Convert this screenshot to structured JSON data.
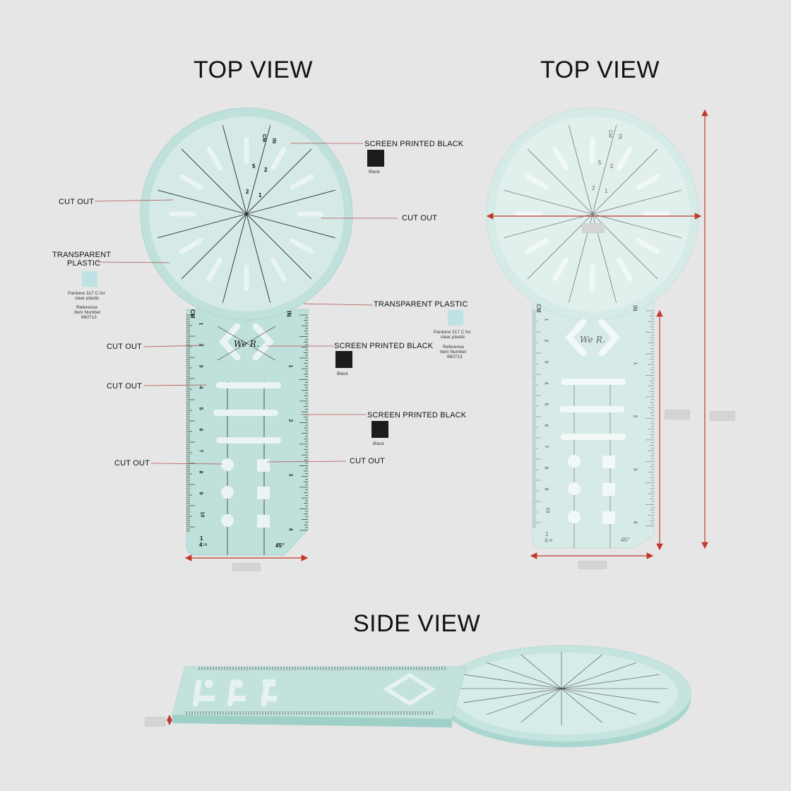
{
  "titles": {
    "top_view_left": "TOP VIEW",
    "top_view_right": "TOP VIEW",
    "side_view": "SIDE VIEW"
  },
  "callouts": {
    "cut_out": "CUT OUT",
    "screen_printed_black": "SCREEN PRINTED BLACK",
    "transparent_plastic_1": "TRANSPARENT",
    "transparent_plastic_2": "PLASTIC",
    "transparent_plastic_inline": "TRANSPARENT PLASTIC"
  },
  "swatches": {
    "black": {
      "name": "Black",
      "color": "#1c1c1c"
    },
    "clear": {
      "line1": "Pantone 317 C for",
      "line2": "clear plastic",
      "ref1": "Reference",
      "ref2": "Item Number",
      "ref3": "660713",
      "color": "#bfe3e5"
    }
  },
  "ruler": {
    "cm_label": "CM",
    "in_label": "IN",
    "cm_numbers": [
      "1",
      "2",
      "3",
      "4",
      "5",
      "6",
      "7",
      "8",
      "9",
      "10"
    ],
    "in_numbers": [
      "1",
      "2",
      "3",
      "4"
    ],
    "fraction_num": "1",
    "fraction_den": "4",
    "fraction_unit": "IN",
    "angle_label": "45°",
    "logo": "We R."
  },
  "dial_numbers": [
    "CM",
    "IN",
    "5",
    "2",
    "2",
    "1"
  ],
  "colors": {
    "plastic": "#bfe0db",
    "plastic_edge": "#a9d2cc",
    "plastic_light": "#d3e8e5",
    "dimension_arrow": "#c0392b",
    "leader_line": "#b05050"
  }
}
